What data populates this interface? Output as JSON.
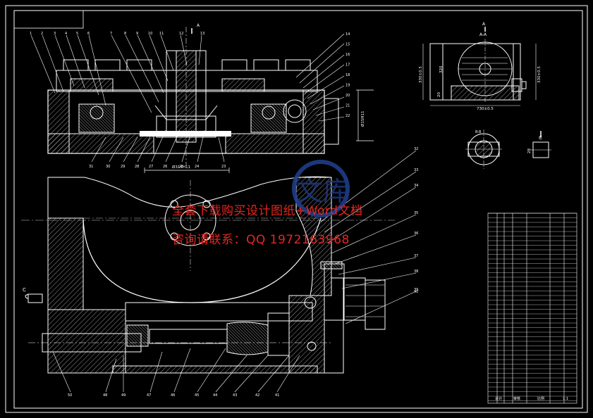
{
  "drawing": {
    "section_marks": {
      "a_top": "A",
      "a_detail": "A",
      "c_left": "C",
      "c_right": "C",
      "b_view": "B-B",
      "a_view_label": "A-A"
    },
    "top_dims": {
      "bore": "Ø314H11",
      "side_height": "Ø15H11"
    },
    "detail_dims": {
      "width": "730±0.5",
      "left_h1": "330±0.5",
      "left_h2": "320",
      "right_h": "330±0.5",
      "small": "20",
      "c_dim": "28"
    },
    "top_callouts": [
      "1",
      "2",
      "3",
      "4",
      "5",
      "6",
      "7",
      "8",
      "9",
      "10",
      "11",
      "12",
      "13",
      "14",
      "15",
      "16",
      "17",
      "18",
      "19",
      "20",
      "21",
      "22"
    ],
    "top_bottom_callouts": [
      "31",
      "30",
      "29",
      "28",
      "27",
      "26",
      "25",
      "24",
      "23"
    ],
    "bottom_callouts_right": [
      "32",
      "33",
      "34",
      "35",
      "36",
      "37",
      "38",
      "39",
      "40"
    ],
    "bottom_callouts_bottom": [
      "50",
      "49",
      "48",
      "47",
      "46",
      "45",
      "44",
      "43",
      "42",
      "41"
    ]
  },
  "watermark": {
    "line1": "全套下载购买设计图纸+Word文档",
    "line2": "咨询请联系：QQ 1972163968",
    "logo_text": "文库"
  },
  "title_block": {
    "footer": [
      "设计",
      "审核",
      "比例",
      "1:1"
    ]
  }
}
